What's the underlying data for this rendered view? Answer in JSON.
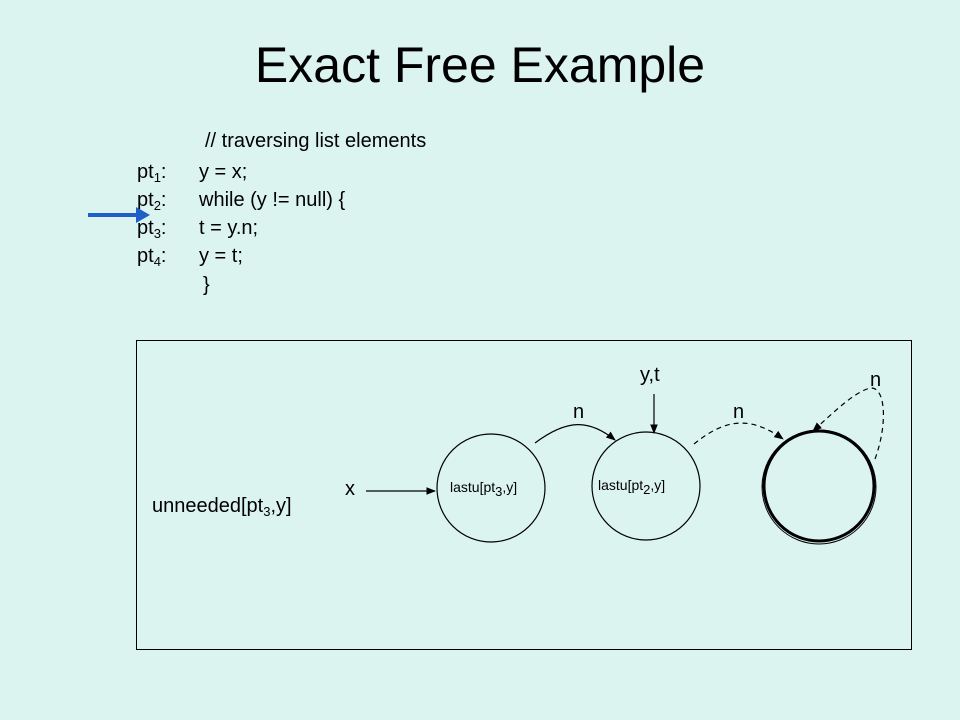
{
  "slide": {
    "title": "Exact Free Example"
  },
  "code": {
    "comment": "// traversing list elements",
    "lines": [
      {
        "label": "pt",
        "sub": "1",
        "colon": ":",
        "text": "y = x;"
      },
      {
        "label": "pt",
        "sub": "2",
        "colon": ":",
        "text": "while (y != null) {"
      },
      {
        "label": "pt",
        "sub": "3",
        "colon": ":",
        "text": "t = y.n;"
      },
      {
        "label": "pt",
        "sub": "4",
        "colon": ":",
        "text": "y = t;"
      }
    ],
    "closing_brace": "}",
    "current_line_index": 2,
    "pc_arrow_color": "#1f5fc8"
  },
  "diagram": {
    "unneeded": {
      "text": "unneeded[pt",
      "sub": "3",
      "tail": ",y]"
    },
    "x_label": "x",
    "yt_label": "y,t",
    "nodes": [
      {
        "text": "lastu[pt",
        "sub": "3",
        "tail": ",y]"
      },
      {
        "text": "lastu[pt",
        "sub": "2",
        "tail": ",y]"
      },
      {
        "text": "",
        "summary": true
      }
    ],
    "edges": [
      {
        "label": "n",
        "style": "solid"
      },
      {
        "label": "n",
        "style": "dashed"
      },
      {
        "label": "n",
        "style": "dashed",
        "self_loop": true
      }
    ]
  }
}
